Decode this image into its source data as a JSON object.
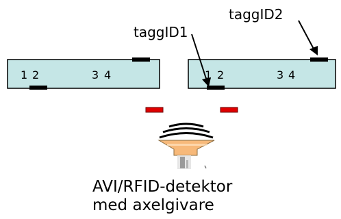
{
  "labels": {
    "tag_id_1": "taggID1",
    "tag_id_2": "taggID2",
    "detector_line1": "AVI/RFID-detektor",
    "detector_line2": "med axelgivare"
  },
  "wagons": [
    {
      "positions": [
        "1",
        "2",
        "3",
        "4"
      ]
    },
    {
      "positions": [
        "1",
        "2",
        "3",
        "4"
      ]
    }
  ],
  "colors": {
    "wagon_fill": "#c5e6e6",
    "tag": "#000000",
    "axle_sensor": "#e00000",
    "reader_body": "#f7b97a"
  }
}
